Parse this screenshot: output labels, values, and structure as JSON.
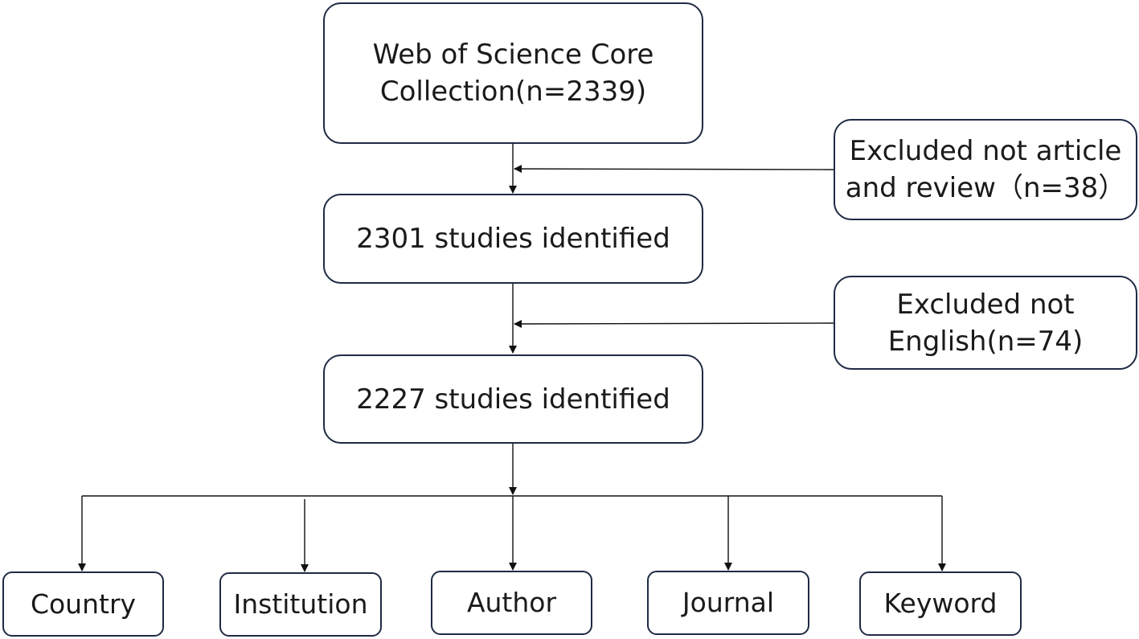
{
  "nodes": {
    "source": {
      "lines": [
        "Web of Science Core",
        "Collection(n=2339)"
      ]
    },
    "exclude_type": {
      "lines": [
        "Excluded not article",
        "and review（n=38）"
      ]
    },
    "step1": {
      "lines": [
        "2301 studies identified"
      ]
    },
    "exclude_language": {
      "lines": [
        "Excluded not",
        "English(n=74)"
      ]
    },
    "step2": {
      "lines": [
        "2227 studies identified"
      ]
    },
    "outputs": [
      "Country",
      "Institution",
      "Author",
      "Journal",
      "Keyword"
    ]
  }
}
